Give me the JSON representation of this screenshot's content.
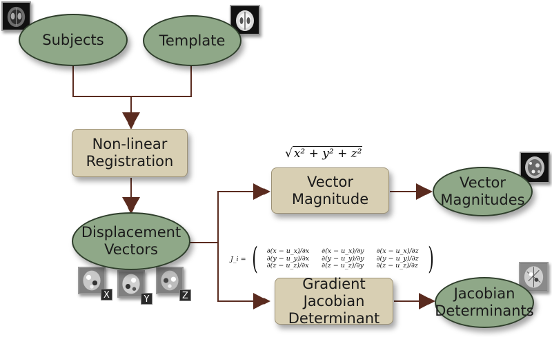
{
  "nodes": {
    "subjects": "Subjects",
    "template": "Template",
    "registration": "Non-linear\nRegistration",
    "displacement": "Displacement\nVectors",
    "vector_magnitude": "Vector\nMagnitude",
    "vector_magnitudes": "Vector\nMagnitudes",
    "gradient_jacobian": "Gradient Jacobian\nDeterminant",
    "jacobian_determinants": "Jacobian\nDeterminants"
  },
  "axis_tags": [
    "X",
    "Y",
    "Z"
  ],
  "formulas": {
    "magnitude_sqrt": "√",
    "magnitude_expr": "x² + y² + z²",
    "jacobian_lhs": "J_i =",
    "jacobian_matrix": [
      [
        "∂(x − u_x)/∂x",
        "∂(x − u_x)/∂y",
        "∂(x − u_x)/∂z"
      ],
      [
        "∂(y − u_y)/∂x",
        "∂(y − u_y)/∂y",
        "∂(y − u_y)/∂z"
      ],
      [
        "∂(z − u_z)/∂x",
        "∂(z − u_z)/∂y",
        "∂(z − u_z)/∂z"
      ]
    ]
  },
  "colors": {
    "ellipse_fill": "#8fa888",
    "box_fill": "#d8cfb3",
    "connector": "#5a2b1f"
  },
  "icons": [
    "brain-scan-icon"
  ]
}
